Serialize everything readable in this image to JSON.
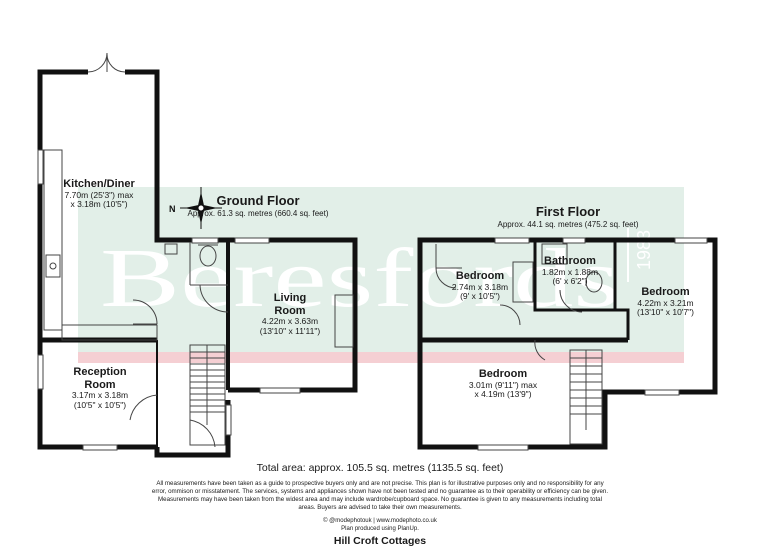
{
  "watermark": {
    "brand": "Beresfords",
    "year": "1983",
    "colors": {
      "band": "#e2efe8",
      "stripe": "#f5cfd3",
      "text": "#ffffff"
    }
  },
  "floors": {
    "ground": {
      "title": "Ground Floor",
      "area": "Approx. 61.3 sq. metres (660.4 sq. feet)"
    },
    "first": {
      "title": "First Floor",
      "area": "Approx. 44.1 sq. metres (475.2 sq. feet)"
    }
  },
  "compass": {
    "label": "N"
  },
  "rooms": {
    "kitchen": {
      "name": "Kitchen/Diner",
      "dim1": "7.70m (25'3\") max",
      "dim2": "x 3.18m (10'5\")"
    },
    "living": {
      "name1": "Living",
      "name2": "Room",
      "dim1": "4.22m x 3.63m",
      "dim2": "(13'10\" x 11'11\")"
    },
    "reception": {
      "name1": "Reception",
      "name2": "Room",
      "dim1": "3.17m x 3.18m",
      "dim2": "(10'5\" x 10'5\")"
    },
    "bedroom1": {
      "name": "Bedroom",
      "dim1": "2.74m x 3.18m",
      "dim2": "(9' x 10'5\")"
    },
    "bathroom": {
      "name": "Bathroom",
      "dim1": "1.82m x 1.88m",
      "dim2": "(6' x 6'2\")"
    },
    "bedroom2": {
      "name": "Bedroom",
      "dim1": "4.22m x 3.21m",
      "dim2": "(13'10\" x 10'7\")"
    },
    "bedroom3": {
      "name": "Bedroom",
      "dim1": "3.01m (9'11\") max",
      "dim2": "x 4.19m (13'9\")"
    }
  },
  "footer": {
    "total": "Total area: approx. 105.5 sq. metres (1135.5 sq. feet)",
    "disclaimer": [
      "All measurements have been taken as a guide to prospective buyers only and are not precise. This plan is for illustrative purposes only and no responsibility for any",
      "error, ommison or misstatement. The services, systems and appliances shown have not been tested and no guarantee as to their operability or efficiency can be given.",
      "Measurements may have been taken from the widest area and may include wardrobe/cupboard space. No guarantee is given to any measurements including total",
      "areas. Buyers are advised to take their own measurements."
    ],
    "credit1": "© @modephotouk | www.modephoto.co.uk",
    "credit2": "Plan produced using PlanUp.",
    "property": "Hill Croft Cottages"
  }
}
